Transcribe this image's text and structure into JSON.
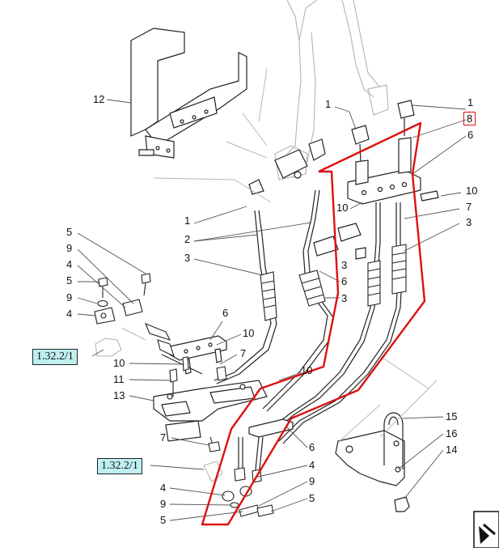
{
  "callouts": {
    "c12": "12",
    "c1_top_a": "1",
    "c1_top_b": "1",
    "c8": "8",
    "c6_right": "6",
    "c10_right": "10",
    "c10_mid": "10",
    "c7_right": "7",
    "c3_right": "3",
    "c1_left": "1",
    "c2_left": "2",
    "c3_left": "3",
    "c3_mid": "3",
    "c6_mid": "6",
    "c3_mid_b": "3",
    "c5_a": "5",
    "c9_a": "9",
    "c4_a": "4",
    "c5_b": "5",
    "c9_b": "9",
    "c4_b": "4",
    "c6_lower": "6",
    "c10_lower": "10",
    "c7_lower": "7",
    "c10_left": "10",
    "c11": "11",
    "c13": "13",
    "c10_center": "10",
    "c7_bottom": "7",
    "c6_bottom": "6",
    "c4_bottom": "4",
    "c9_bottom": "9",
    "c5_bottom": "5",
    "c15": "15",
    "c16": "16",
    "c14": "14",
    "c4_bl": "4",
    "c9_bl": "9",
    "c5_bl": "5"
  },
  "references": {
    "ref_a": "1.32.2/1",
    "ref_b": "1.32.2/1"
  },
  "colors": {
    "highlight": "#dd1111",
    "ref_bg": "#bfeff0",
    "line": "#222222",
    "ghost": "#b8b8b8"
  },
  "icons": {
    "corner": "page-turn-icon"
  }
}
